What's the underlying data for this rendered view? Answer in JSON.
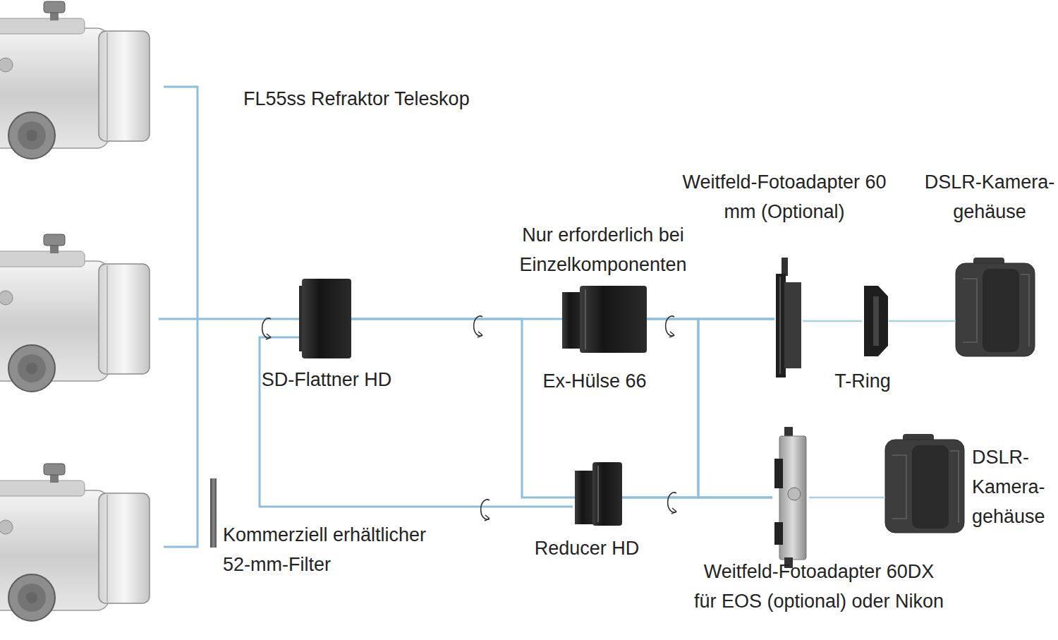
{
  "diagram": {
    "title": "FL55ss Refraktor Teleskop",
    "nodes": [
      {
        "text": [
          "SD-Flattner HD"
        ]
      },
      {
        "text": [
          "Kommerziell erhältlicher 52-mm-Filter"
        ]
      },
      {
        "text": [
          "Nur erforderlich bei Einzelkomponenten",
          "Ex-Hülse 66"
        ]
      },
      {
        "text": [
          "Reducer HD"
        ]
      },
      {
        "text": [
          "Weitfeld-Fotoadapter 60 mm (Optional)"
        ]
      },
      {
        "text": [
          "T-Ring"
        ]
      },
      {
        "text": [
          "DSLR-Kamera- gehäuse"
        ]
      },
      {
        "text": [
          "Weitfeld-Fotoadapter 60DX für EOS (optional) oder Nikon"
        ]
      },
      {
        "text": [
          "DSLR- Kamera- gehäuse"
        ]
      }
    ],
    "edges": [
      {
        "from": 0,
        "to": 2,
        "arrow": "none"
      },
      {
        "from": 0,
        "to": 3,
        "arrow": "none"
      },
      {
        "from": 2,
        "to": 4,
        "arrow": "none"
      },
      {
        "from": 2,
        "to": 7,
        "arrow": "none"
      },
      {
        "from": 3,
        "to": 4,
        "arrow": "none"
      },
      {
        "from": 3,
        "to": 7,
        "arrow": "none"
      },
      {
        "from": 4,
        "to": 5,
        "arrow": "none"
      },
      {
        "from": 5,
        "to": 6,
        "arrow": "none"
      },
      {
        "from": 7,
        "to": 8,
        "arrow": "none"
      }
    ]
  }
}
